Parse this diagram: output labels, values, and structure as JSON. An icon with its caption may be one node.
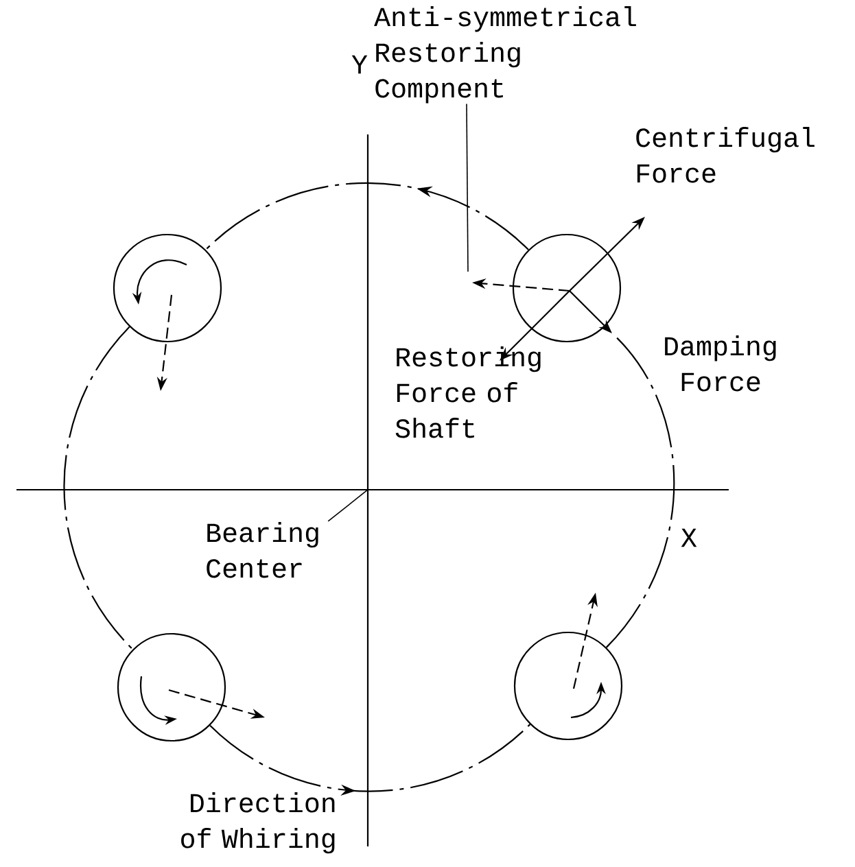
{
  "diagram": {
    "nodes": [
      {
        "text": [
          "Anti-symmetrical Restoring Compnent"
        ]
      },
      {
        "text": [],
        "shape": "circle"
      },
      {
        "text": [],
        "shape": "circle"
      },
      {
        "text": [
          "Bearing Center"
        ]
      },
      {
        "text": [],
        "shape": "circle"
      },
      {
        "text": [],
        "shape": "circle"
      }
    ],
    "edges": [
      {
        "from": 0,
        "to": null,
        "arrow": "none"
      },
      {
        "from": 3,
        "to": null,
        "arrow": "none"
      },
      {
        "from": 2,
        "to": 1,
        "arrow": "to",
        "style": "dashed"
      },
      {
        "from": 1,
        "to": 4,
        "arrow": "none",
        "style": "dashed"
      },
      {
        "from": 4,
        "to": 5,
        "arrow": "to",
        "style": "dashed"
      },
      {
        "from": 5,
        "to": 2,
        "arrow": "none",
        "style": "dashed"
      }
    ],
    "labels": [
      "Y",
      "Centrifugal Force",
      "Damping Force",
      "Restoring Force of Shaft",
      "X",
      "Direction of Whiring"
    ]
  }
}
